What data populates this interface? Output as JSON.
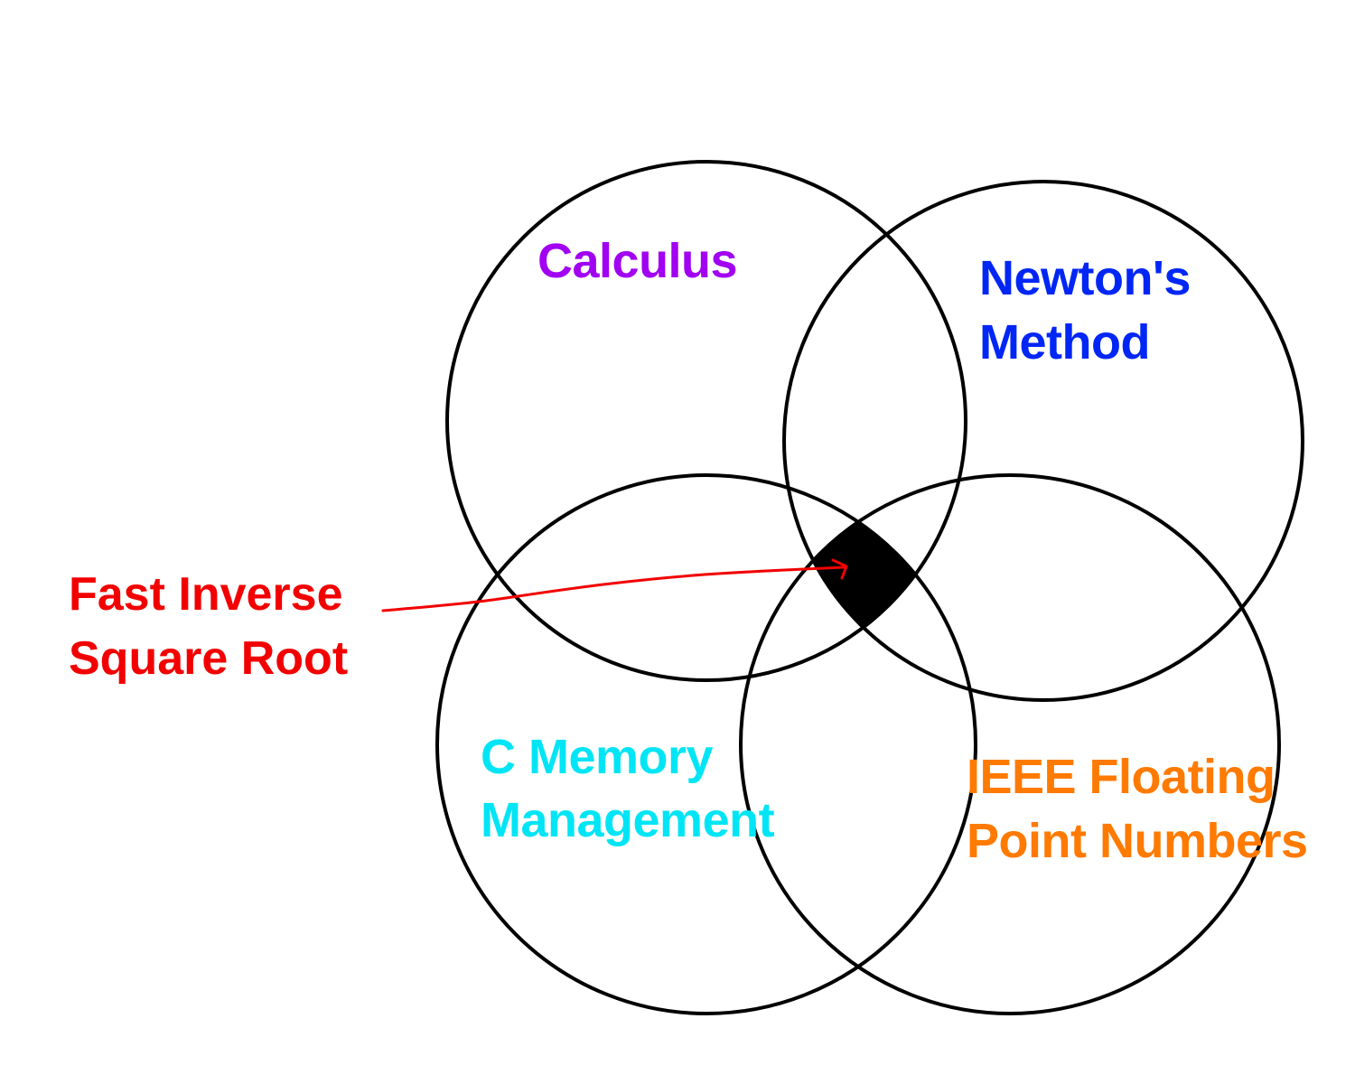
{
  "sets": {
    "calculus": {
      "label": "Calculus",
      "color": "#A100F2"
    },
    "newtons_method": {
      "lines": [
        "Newton's",
        "Method"
      ],
      "color": "#0026F5"
    },
    "c_memory": {
      "lines": [
        "C Memory",
        "Management"
      ],
      "color": "#00E5F5"
    },
    "ieee_float": {
      "lines": [
        "IEEE Floating",
        "Point Numbers"
      ],
      "color": "#FF7A00"
    }
  },
  "intersection": {
    "lines": [
      "Fast Inverse",
      "Square Root"
    ],
    "color": "#F20000",
    "fill": "#000000"
  }
}
